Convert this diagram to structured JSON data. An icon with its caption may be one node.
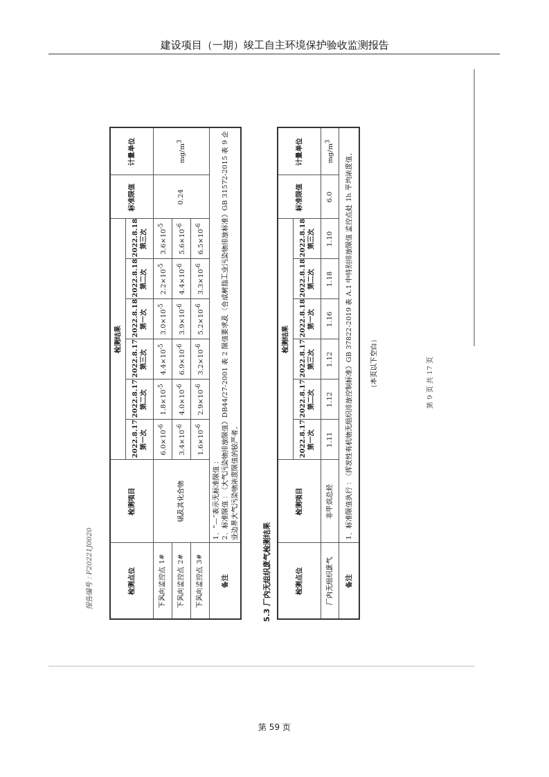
{
  "diagram": {
    "title": "建设项目（一期）竣工自主环境保护验收监测报告",
    "labels": [
      "报告编号：F20221J0020",
      "检测点位",
      "检测项目",
      "检测结果",
      "标准限值",
      "计量单位",
      "2022.8.17 第一次",
      "2022.8.17 第二次",
      "2022.8.17 第三次",
      "2022.8.18 第一次",
      "2022.8.18 第二次",
      "2022.8.18 第三次",
      "下风向监控点 1#",
      "锡及其化合物",
      "6.0×10$^{-6}$",
      "1.8×10$^{-5}$",
      "4.4×10$^{-5}$",
      "3.0×10$^{-5}$",
      "2.2×10$^{-5}$",
      "3.6×10$^{-5}$",
      "0.24",
      "mg/m$^{3}$",
      "下风向监控点 2#",
      "3.4×10$^{-6}$",
      "4.0×10$^{-6}$",
      "6.9×10$^{-6}$",
      "3.9×10$^{-6}$",
      "4.4×10$^{-6}$",
      "5.6×10$^{-6}$",
      "下风向监控点 3#",
      "1.6×10$^{-6}$",
      "2.9×10$^{-6}$",
      "3.2×10$^{-6}$",
      "5.2×10$^{-6}$",
      "3.3×10$^{-6}$",
      "6.5×10$^{-6}$",
      "备注",
      "1、“—”表示无标准限值；",
      "2、标准限值：《大气污染物排放限值》DB44/27-2001 表 2 限值要求及《合成树脂工业污染物排放标准》GB 31572-2015 表 9 企业边界大气污染物浓度限值的较严者。",
      "5.3 厂内无组织废气检测结果",
      "检测点位",
      "检测项目",
      "检测结果",
      "标准限值",
      "计量单位",
      "2022.8.17 第一次",
      "2022.8.17 第二次",
      "2022.8.17 第三次",
      "2022.8.18 第一次",
      "2022.8.18 第二次",
      "2022.8.18 第三次",
      "厂内无组织废气",
      "非甲烷总烃",
      "1.11",
      "1.12",
      "1.12",
      "1.16",
      "1.18",
      "1.10",
      "6.0",
      "mg/m$^{3}$",
      "备注",
      "1、标准限值执行：《挥发性有机物无组织排放控制标准》GB 37822-2019 表 A.1 中特别排放限值 监控点处 1h 平均浓度值。",
      "（本页以下空白）",
      "第 9 页 共 17 页",
      "第 59 页"
    ]
  }
}
